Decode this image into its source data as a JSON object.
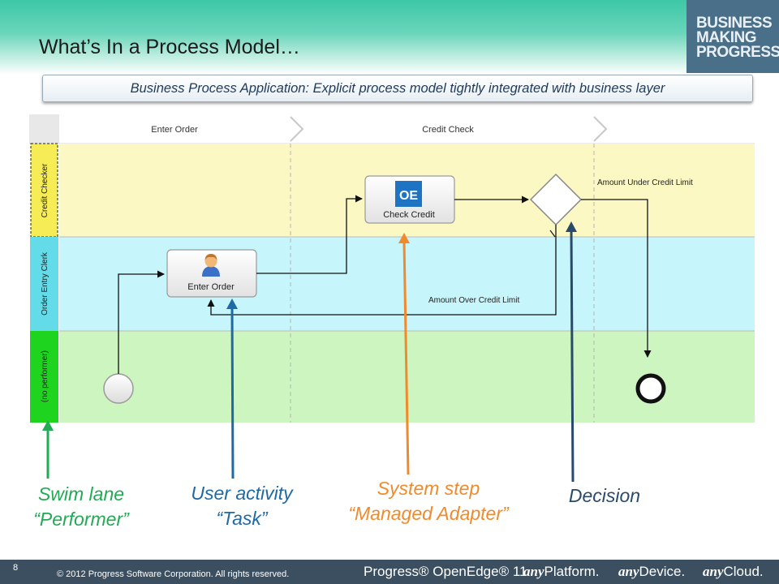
{
  "header": {
    "title": "What’s In a Process Model…",
    "logo_lines": [
      "BUSINESS",
      "MAKING",
      "PROGRESS."
    ]
  },
  "subtitle": "Business Process Application: Explicit process model tightly integrated with business layer",
  "diagram": {
    "phases": [
      "Enter Order",
      "Credit Check"
    ],
    "lanes": [
      "Credit Checker",
      "Order Entry Clerk",
      "(no performer)"
    ],
    "tasks": {
      "enter_order": "Enter Order",
      "check_credit": "Check Credit",
      "check_credit_icon_text": "OE"
    },
    "flows": {
      "under_limit": "Amount Under Credit Limit",
      "over_limit": "Amount Over Credit Limit"
    }
  },
  "callouts": {
    "swim_lane": [
      "Swim lane",
      "“Performer”"
    ],
    "user_activity": [
      "User activity",
      "“Task”"
    ],
    "system_step": [
      "System step",
      "“Managed Adapter”"
    ],
    "decision": [
      "Decision"
    ]
  },
  "colors": {
    "header_teal": "#3cc7a6",
    "logo_bg": "#4a6f88",
    "lane_credit_checker": "#fbf8c4",
    "lane_order_entry": "#c7f5fc",
    "lane_no_performer": "#cdf5c0",
    "swim_lane_callout": "#22aa55",
    "user_activity_callout": "#1f6aa5",
    "system_step_callout": "#f08a2c",
    "decision_callout": "#2a4a6c",
    "footer": "#3b4f60"
  },
  "footer": {
    "page_number": "8",
    "copyright": "© 2012 Progress Software Corporation. All rights reserved.",
    "brand": "Progress® OpenEdge® 11",
    "tagline": [
      {
        "prefix": "any",
        "word": "Platform."
      },
      {
        "prefix": "any",
        "word": "Device."
      },
      {
        "prefix": "any",
        "word": "Cloud."
      }
    ]
  }
}
